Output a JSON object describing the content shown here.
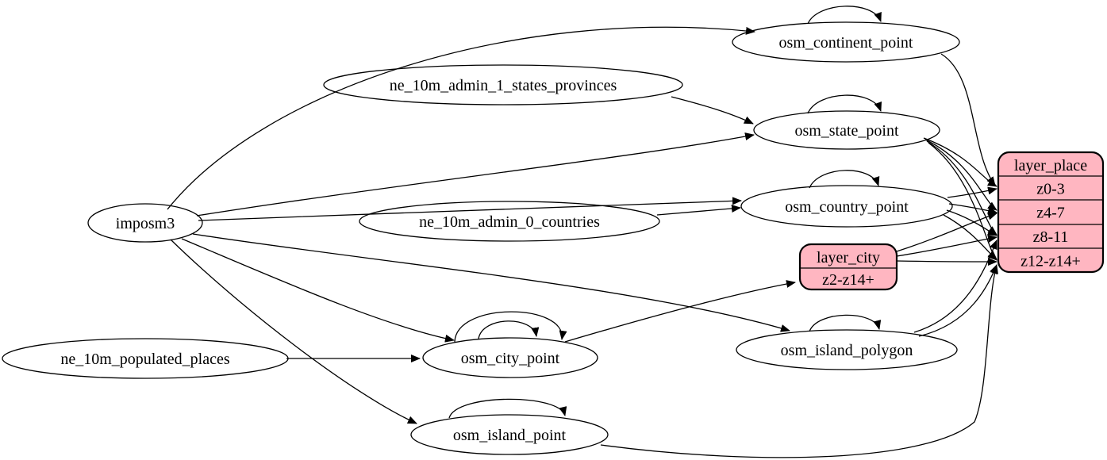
{
  "diagram": {
    "kind": "etl-graph",
    "colors": {
      "background": "#ffffff",
      "node_fill": "#ffffff",
      "record_fill": "#ffb6c1",
      "stroke": "#000000"
    },
    "nodes": [
      {
        "id": "imposm3",
        "label": "imposm3",
        "type": "ellipse"
      },
      {
        "id": "ne_10m_admin_1_states_provinces",
        "label": "ne_10m_admin_1_states_provinces",
        "type": "ellipse"
      },
      {
        "id": "ne_10m_admin_0_countries",
        "label": "ne_10m_admin_0_countries",
        "type": "ellipse"
      },
      {
        "id": "ne_10m_populated_places",
        "label": "ne_10m_populated_places",
        "type": "ellipse"
      },
      {
        "id": "osm_continent_point",
        "label": "osm_continent_point",
        "type": "ellipse"
      },
      {
        "id": "osm_state_point",
        "label": "osm_state_point",
        "type": "ellipse"
      },
      {
        "id": "osm_country_point",
        "label": "osm_country_point",
        "type": "ellipse"
      },
      {
        "id": "osm_city_point",
        "label": "osm_city_point",
        "type": "ellipse"
      },
      {
        "id": "osm_island_polygon",
        "label": "osm_island_polygon",
        "type": "ellipse"
      },
      {
        "id": "osm_island_point",
        "label": "osm_island_point",
        "type": "ellipse"
      },
      {
        "id": "layer_city",
        "label": "layer_city",
        "type": "record",
        "rows": [
          "layer_city",
          "z2-z14+"
        ]
      },
      {
        "id": "layer_place",
        "label": "layer_place",
        "type": "record",
        "rows": [
          "layer_place",
          "z0-3",
          "z4-7",
          "z8-11",
          "z12-z14+"
        ]
      }
    ],
    "edges": [
      {
        "from": "imposm3",
        "to": "osm_continent_point"
      },
      {
        "from": "imposm3",
        "to": "osm_state_point"
      },
      {
        "from": "imposm3",
        "to": "osm_country_point"
      },
      {
        "from": "imposm3",
        "to": "osm_city_point"
      },
      {
        "from": "imposm3",
        "to": "osm_island_polygon"
      },
      {
        "from": "imposm3",
        "to": "osm_island_point"
      },
      {
        "from": "ne_10m_admin_1_states_provinces",
        "to": "osm_state_point"
      },
      {
        "from": "ne_10m_admin_0_countries",
        "to": "osm_country_point"
      },
      {
        "from": "ne_10m_populated_places",
        "to": "osm_city_point"
      },
      {
        "from": "osm_continent_point",
        "to": "osm_continent_point",
        "self_loop": true
      },
      {
        "from": "osm_state_point",
        "to": "osm_state_point",
        "self_loop": true
      },
      {
        "from": "osm_country_point",
        "to": "osm_country_point",
        "self_loop": true
      },
      {
        "from": "osm_city_point",
        "to": "osm_city_point",
        "self_loop": true
      },
      {
        "from": "osm_city_point",
        "to": "osm_city_point",
        "self_loop": true
      },
      {
        "from": "osm_island_polygon",
        "to": "osm_island_polygon",
        "self_loop": true
      },
      {
        "from": "osm_island_point",
        "to": "osm_island_point",
        "self_loop": true
      },
      {
        "from": "osm_continent_point",
        "to": "layer_place",
        "to_row": "z0-3"
      },
      {
        "from": "osm_state_point",
        "to": "layer_place",
        "to_row": "z0-3"
      },
      {
        "from": "osm_state_point",
        "to": "layer_place",
        "to_row": "z4-7"
      },
      {
        "from": "osm_state_point",
        "to": "layer_place",
        "to_row": "z8-11"
      },
      {
        "from": "osm_state_point",
        "to": "layer_place",
        "to_row": "z12-z14+"
      },
      {
        "from": "osm_country_point",
        "to": "layer_place",
        "to_row": "z0-3"
      },
      {
        "from": "osm_country_point",
        "to": "layer_place",
        "to_row": "z4-7"
      },
      {
        "from": "osm_country_point",
        "to": "layer_place",
        "to_row": "z8-11"
      },
      {
        "from": "osm_country_point",
        "to": "layer_place",
        "to_row": "z12-z14+"
      },
      {
        "from": "osm_city_point",
        "to": "layer_city",
        "to_row": "z2-z14+"
      },
      {
        "from": "layer_city",
        "to": "layer_place",
        "to_row": "z4-7"
      },
      {
        "from": "layer_city",
        "to": "layer_place",
        "to_row": "z8-11"
      },
      {
        "from": "layer_city",
        "to": "layer_place",
        "to_row": "z12-z14+"
      },
      {
        "from": "osm_island_polygon",
        "to": "layer_place",
        "to_row": "z8-11"
      },
      {
        "from": "osm_island_polygon",
        "to": "layer_place",
        "to_row": "z12-z14+"
      },
      {
        "from": "osm_island_point",
        "to": "layer_place",
        "to_row": "z12-z14+"
      }
    ]
  }
}
